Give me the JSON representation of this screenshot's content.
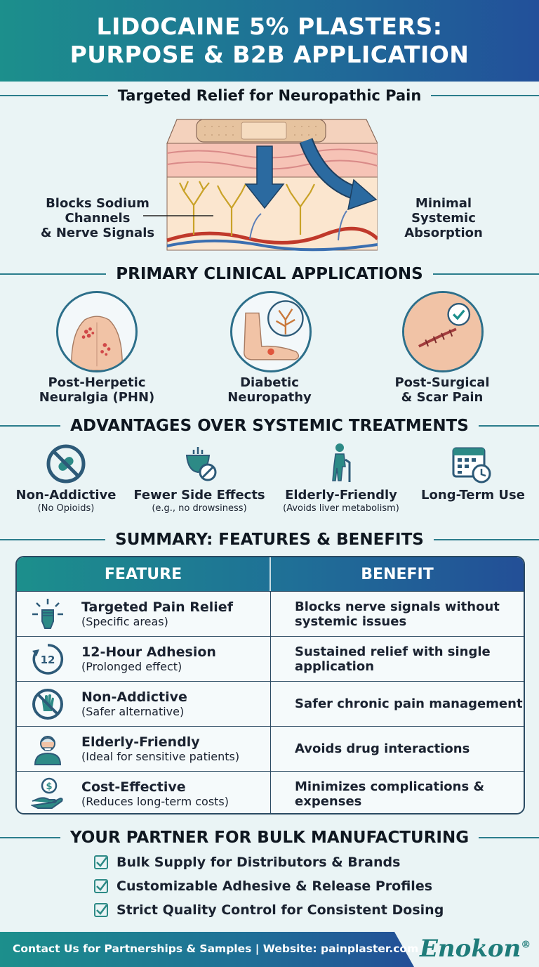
{
  "header": {
    "line1": "LIDOCAINE 5% PLASTERS:",
    "line2": "PURPOSE & B2B APPLICATION"
  },
  "relief": {
    "title": "Targeted Relief for Neuropathic Pain",
    "left_label_1": "Blocks Sodium",
    "left_label_2": "Channels",
    "left_label_3": "& Nerve Signals",
    "right_label_1": "Minimal Systemic",
    "right_label_2": "Absorption"
  },
  "clinical": {
    "title": "PRIMARY CLINICAL APPLICATIONS",
    "items": [
      {
        "line1": "Post-Herpetic",
        "line2": "Neuralgia (PHN)"
      },
      {
        "line1": "Diabetic",
        "line2": "Neuropathy"
      },
      {
        "line1": "Post-Surgical",
        "line2": "& Scar Pain"
      }
    ]
  },
  "advantages": {
    "title": "ADVANTAGES OVER SYSTEMIC TREATMENTS",
    "items": [
      {
        "title": "Non-Addictive",
        "sub": "(No Opioids)"
      },
      {
        "title": "Fewer Side Effects",
        "sub": "(e.g., no drowsiness)"
      },
      {
        "title": "Elderly-Friendly",
        "sub": "(Avoids liver metabolism)"
      },
      {
        "title": "Long-Term Use",
        "sub": ""
      }
    ]
  },
  "summary": {
    "title": "SUMMARY: FEATURES & BENEFITS",
    "col_feature": "FEATURE",
    "col_benefit": "BENEFIT",
    "rows": [
      {
        "feature": "Targeted Pain Relief",
        "detail": "(Specific areas)",
        "benefit1": "Blocks nerve signals without",
        "benefit2": "systemic issues"
      },
      {
        "feature": "12-Hour Adhesion",
        "detail": "(Prolonged effect)",
        "benefit1": "Sustained relief with single",
        "benefit2": "application"
      },
      {
        "feature": "Non-Addictive",
        "detail": "(Safer alternative)",
        "benefit1": "Safer chronic pain management",
        "benefit2": ""
      },
      {
        "feature": "Elderly-Friendly",
        "detail": "(Ideal for sensitive patients)",
        "benefit1": "Avoids drug interactions",
        "benefit2": ""
      },
      {
        "feature": "Cost-Effective",
        "detail": "(Reduces long-term costs)",
        "benefit1": "Minimizes complications &",
        "benefit2": "expenses"
      }
    ],
    "clock_number": "12"
  },
  "partner": {
    "title": "YOUR PARTNER FOR BULK MANUFACTURING",
    "items": [
      "Bulk Supply for Distributors & Brands",
      "Customizable Adhesive & Release Profiles",
      "Strict Quality Control for Consistent Dosing"
    ]
  },
  "footer": {
    "contact": "Contact Us for Partnerships & Samples | Website: painplaster.com",
    "brand": "Enokon",
    "reg": "®"
  },
  "colors": {
    "teal": "#1c8f8c",
    "blue": "#22509a",
    "navy": "#2d5a78",
    "skin": "#f2c9b0",
    "arrow": "#2b6aa0"
  }
}
